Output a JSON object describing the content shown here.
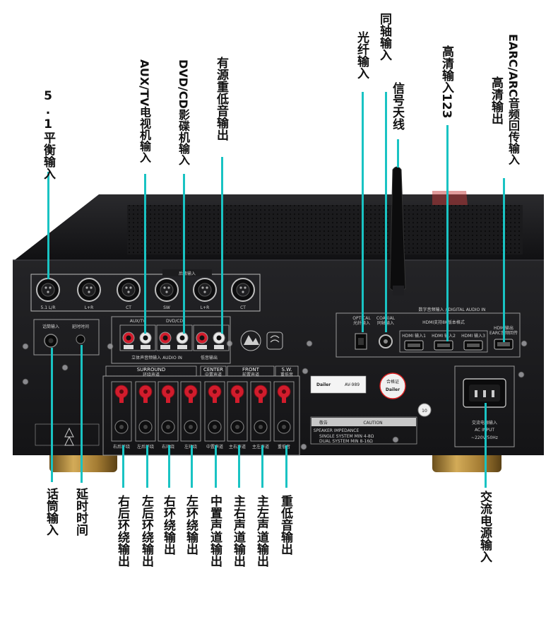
{
  "top_labels": [
    {
      "id": "balanced-input",
      "text": "5.1平衡输入"
    },
    {
      "id": "aux-tv-input",
      "text": "AUX/TV电视机输入"
    },
    {
      "id": "dvd-cd-input",
      "text": "DVD/CD影碟机输入"
    },
    {
      "id": "active-sub-output",
      "text": "有源重低音输出"
    },
    {
      "id": "optical-input",
      "text": "光纤输入"
    },
    {
      "id": "coaxial-input",
      "text": "同轴输入"
    },
    {
      "id": "signal-antenna",
      "text": "信号天线"
    },
    {
      "id": "hdmi-input",
      "text": "高清输入123"
    },
    {
      "id": "earc-input",
      "text": "EARC/ARC音频回传输入"
    },
    {
      "id": "hdmi-output",
      "text": "高清输出"
    }
  ],
  "bottom_labels": [
    {
      "id": "mic-input",
      "text": "话筒输入"
    },
    {
      "id": "delay-time",
      "text": "延时时间"
    },
    {
      "id": "rear-right-surround",
      "text": "右后环绕输出"
    },
    {
      "id": "rear-left-surround",
      "text": "左后环绕输出"
    },
    {
      "id": "right-surround",
      "text": "右环绕输出"
    },
    {
      "id": "left-surround",
      "text": "左环绕输出"
    },
    {
      "id": "center-channel",
      "text": "中置声道输出"
    },
    {
      "id": "main-right-channel",
      "text": "主右声道输出"
    },
    {
      "id": "main-left-channel",
      "text": "主左声道输出"
    },
    {
      "id": "subwoofer-output",
      "text": "重低音输出"
    },
    {
      "id": "ac-power-input",
      "text": "交流电源输入"
    }
  ],
  "panel": {
    "rear_input_title": "后级输入",
    "xlr_labels": [
      "5.1 L/R",
      "L+R",
      "CT",
      "SW",
      "L+R",
      "CT"
    ],
    "aux_tv": "AUX/TV",
    "aux_tv_sub": "电视机",
    "dvd_cd": "DVD/CD",
    "dvd_cd_sub": "影碟机",
    "rca_group_label": "立体声音频输入 AUDIO IN",
    "sub_out_label": "低音输出",
    "mic_label": "话筒输入",
    "delay_label": "延时时间",
    "optical_label": "OPTICAL",
    "optical_sub": "光纤输入",
    "coaxial_label": "COAXIAL",
    "coaxial_sub": "同轴输入",
    "digital_input_label": "数字音频输入 / DIGITAL AUDIO IN",
    "hdmi_format_label": "HDMI支持8K版本格式",
    "hdmi_in_labels": [
      "HDMI 输入1",
      "HDMI 输入2",
      "HDMI 输入3"
    ],
    "hdmi_out_label": "HDMI输出",
    "hdmi_out_sub": "EARC音频回传",
    "surround_title": "SURROUND",
    "surround_sub": "环绕声道",
    "center_title": "CENTER",
    "center_sub": "中置声道",
    "front_title": "FRONT",
    "front_sub": "前置声道",
    "sw_title": "S.W.",
    "sw_sub": "重低音",
    "speaker_labels": [
      "右后环绕",
      "左后环绕",
      "右环绕",
      "左环绕",
      "中置声道",
      "主右声道",
      "主左声道",
      "重低音"
    ],
    "brand": "Dailer",
    "model": "AV-989",
    "cert_text": "合格证",
    "cert_brand": "Dailer",
    "warning_cn": "敬告",
    "caution": "CAUTION",
    "speaker_impedance": "SPEAKER IMPEDANCE",
    "caution_line1": "SINGLE SYSTEM MIN 4-8Ω",
    "caution_line2": "DUAL SYSTEM MIN 8-16Ω",
    "ac_input_cn": "交流电源输入",
    "ac_input_en": "AC INPUT",
    "ac_voltage": "~220V/50Hz",
    "sticker_num": "10"
  },
  "colors": {
    "accent_line": "#19c3c3",
    "panel_dark": "#1c1c1e",
    "label_text": "#111111",
    "speaker_red": "#d21c2c",
    "gold_feet": "#b08a3a"
  }
}
